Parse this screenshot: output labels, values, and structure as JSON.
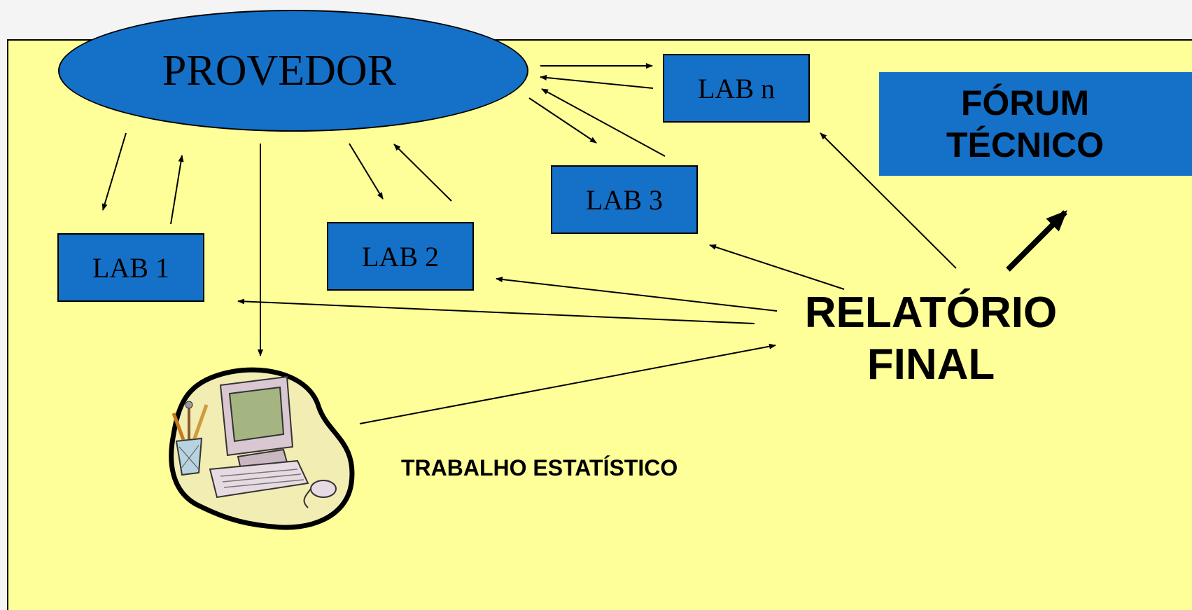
{
  "diagram": {
    "provider_label": "PROVEDOR",
    "labs": [
      "LAB 1",
      "LAB 2",
      "LAB 3",
      "LAB n"
    ],
    "forum_label_line1": "FÓRUM",
    "forum_label_line2": "TÉCNICO",
    "report_label_line1": "RELATÓRIO",
    "report_label_line2": "FINAL",
    "statistics_label": "TRABALHO ESTATÍSTICO"
  },
  "colors": {
    "background": "#ffff99",
    "box_fill": "#1570c8",
    "outline": "#000000"
  },
  "icons": [
    "computer-clipart"
  ]
}
